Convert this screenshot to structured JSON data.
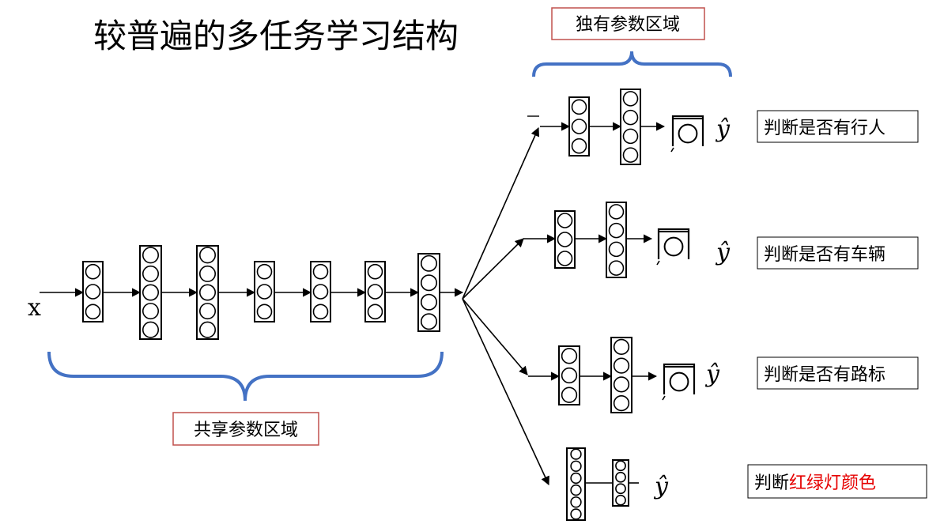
{
  "title": "较普遍的多任务学习结构",
  "input_label": "x",
  "shared_region_label": "共享参数区域",
  "unique_region_label": "独有参数区域",
  "output_symbol": "ŷ",
  "tasks": [
    {
      "label": "判断是否有行人"
    },
    {
      "label": "判断是否有车辆"
    },
    {
      "label": "判断是否有路标"
    },
    {
      "label_black": "判断",
      "label_red": "红绿灯颜色"
    }
  ],
  "colors": {
    "brace": "#4472c4",
    "box_border_shared": "#c0504d",
    "red_text": "#e60000"
  }
}
